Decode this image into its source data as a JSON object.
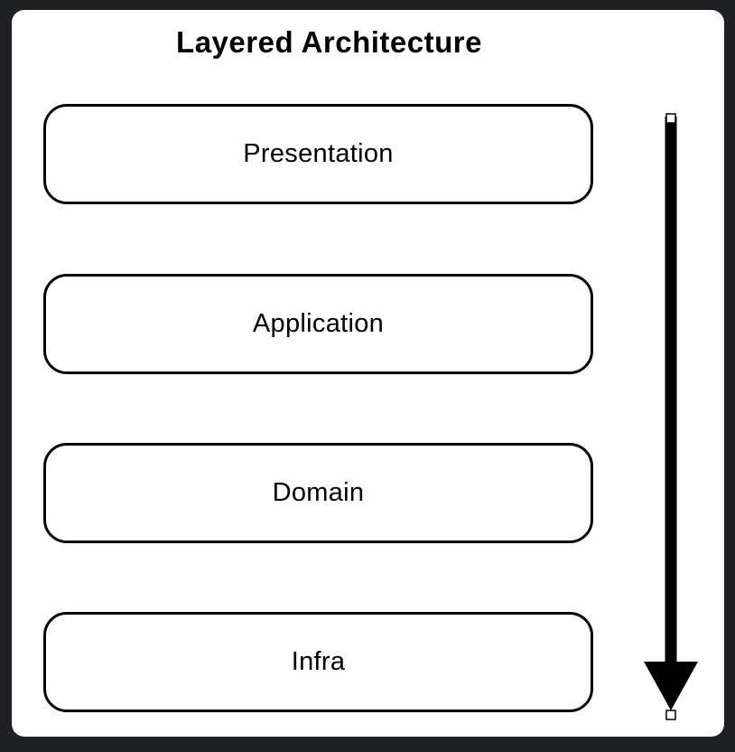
{
  "diagram": {
    "title": "Layered Architecture",
    "layers": [
      {
        "label": "Presentation"
      },
      {
        "label": "Application"
      },
      {
        "label": "Domain"
      },
      {
        "label": "Infra"
      }
    ],
    "arrow": {
      "direction": "down",
      "selected": true,
      "handle_count": 2
    },
    "colors": {
      "background": "#1f2024",
      "canvas": "#ffffff",
      "stroke": "#000000",
      "handle_fill": "#ffffff"
    }
  }
}
